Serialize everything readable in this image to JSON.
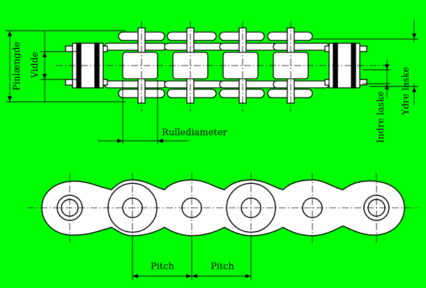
{
  "canvas": {
    "background": "#00ff00"
  },
  "colors": {
    "line": "#000000",
    "part_fill": "#ffffff",
    "roller_fill": "#ffffff"
  },
  "labels": {
    "pin_length": "Pinlængde",
    "width": "Vidde",
    "roller_diameter": "Rullediameter",
    "outer_plate": "Ydre laske",
    "inner_plate": "Indre laske",
    "pitch_left": "Pitch",
    "pitch_right": "Pitch"
  }
}
